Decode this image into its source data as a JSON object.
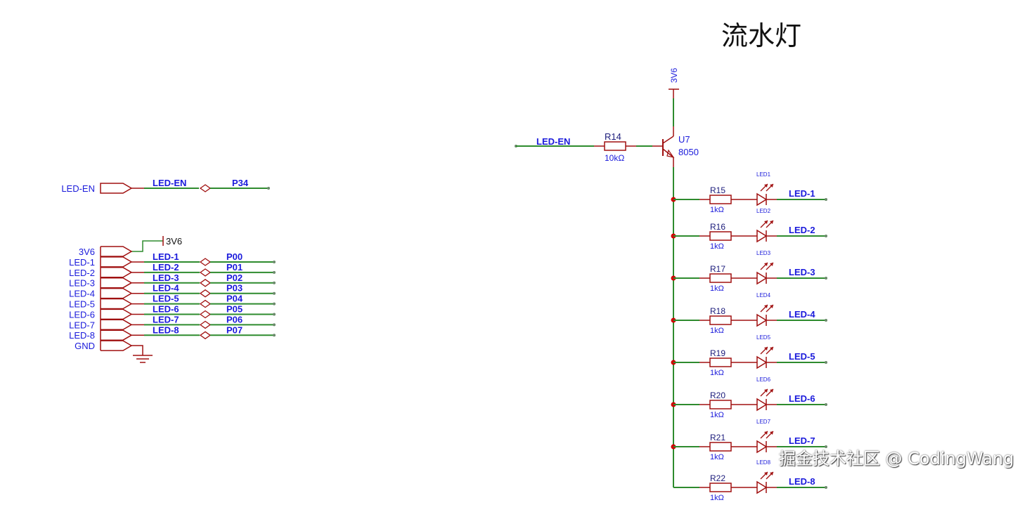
{
  "title": "流水灯",
  "watermark": "掘金技术社区 @ CodingWang",
  "colors": {
    "wire": "#2e8b2e",
    "component": "#a01010",
    "label": "#1a1adb",
    "junction": "#d00000"
  },
  "header": {
    "en_port": "LED-EN",
    "en_net": "LED-EN",
    "en_pin": "P34",
    "power_net": "3V6",
    "ports": [
      "3V6",
      "LED-1",
      "LED-2",
      "LED-3",
      "LED-4",
      "LED-5",
      "LED-6",
      "LED-7",
      "LED-8",
      "GND"
    ],
    "nets": [
      {
        "net": "LED-1",
        "pin": "P00"
      },
      {
        "net": "LED-2",
        "pin": "P01"
      },
      {
        "net": "LED-3",
        "pin": "P02"
      },
      {
        "net": "LED-4",
        "pin": "P03"
      },
      {
        "net": "LED-5",
        "pin": "P04"
      },
      {
        "net": "LED-6",
        "pin": "P05"
      },
      {
        "net": "LED-7",
        "pin": "P06"
      },
      {
        "net": "LED-8",
        "pin": "P07"
      }
    ]
  },
  "driver": {
    "power": "3V6",
    "input_net": "LED-EN",
    "base_resistor": {
      "ref": "R14",
      "value": "10kΩ"
    },
    "transistor": {
      "ref": "U7",
      "part": "8050"
    },
    "rows": [
      {
        "res": "R15",
        "value": "1kΩ",
        "led": "LED1",
        "net": "LED-1"
      },
      {
        "res": "R16",
        "value": "1kΩ",
        "led": "LED2",
        "net": "LED-2"
      },
      {
        "res": "R17",
        "value": "1kΩ",
        "led": "LED3",
        "net": "LED-3"
      },
      {
        "res": "R18",
        "value": "1kΩ",
        "led": "LED4",
        "net": "LED-4"
      },
      {
        "res": "R19",
        "value": "1kΩ",
        "led": "LED5",
        "net": "LED-5"
      },
      {
        "res": "R20",
        "value": "1kΩ",
        "led": "LED6",
        "net": "LED-6"
      },
      {
        "res": "R21",
        "value": "1kΩ",
        "led": "LED7",
        "net": "LED-7"
      },
      {
        "res": "R22",
        "value": "1kΩ",
        "led": "LED8",
        "net": "LED-8"
      }
    ]
  }
}
